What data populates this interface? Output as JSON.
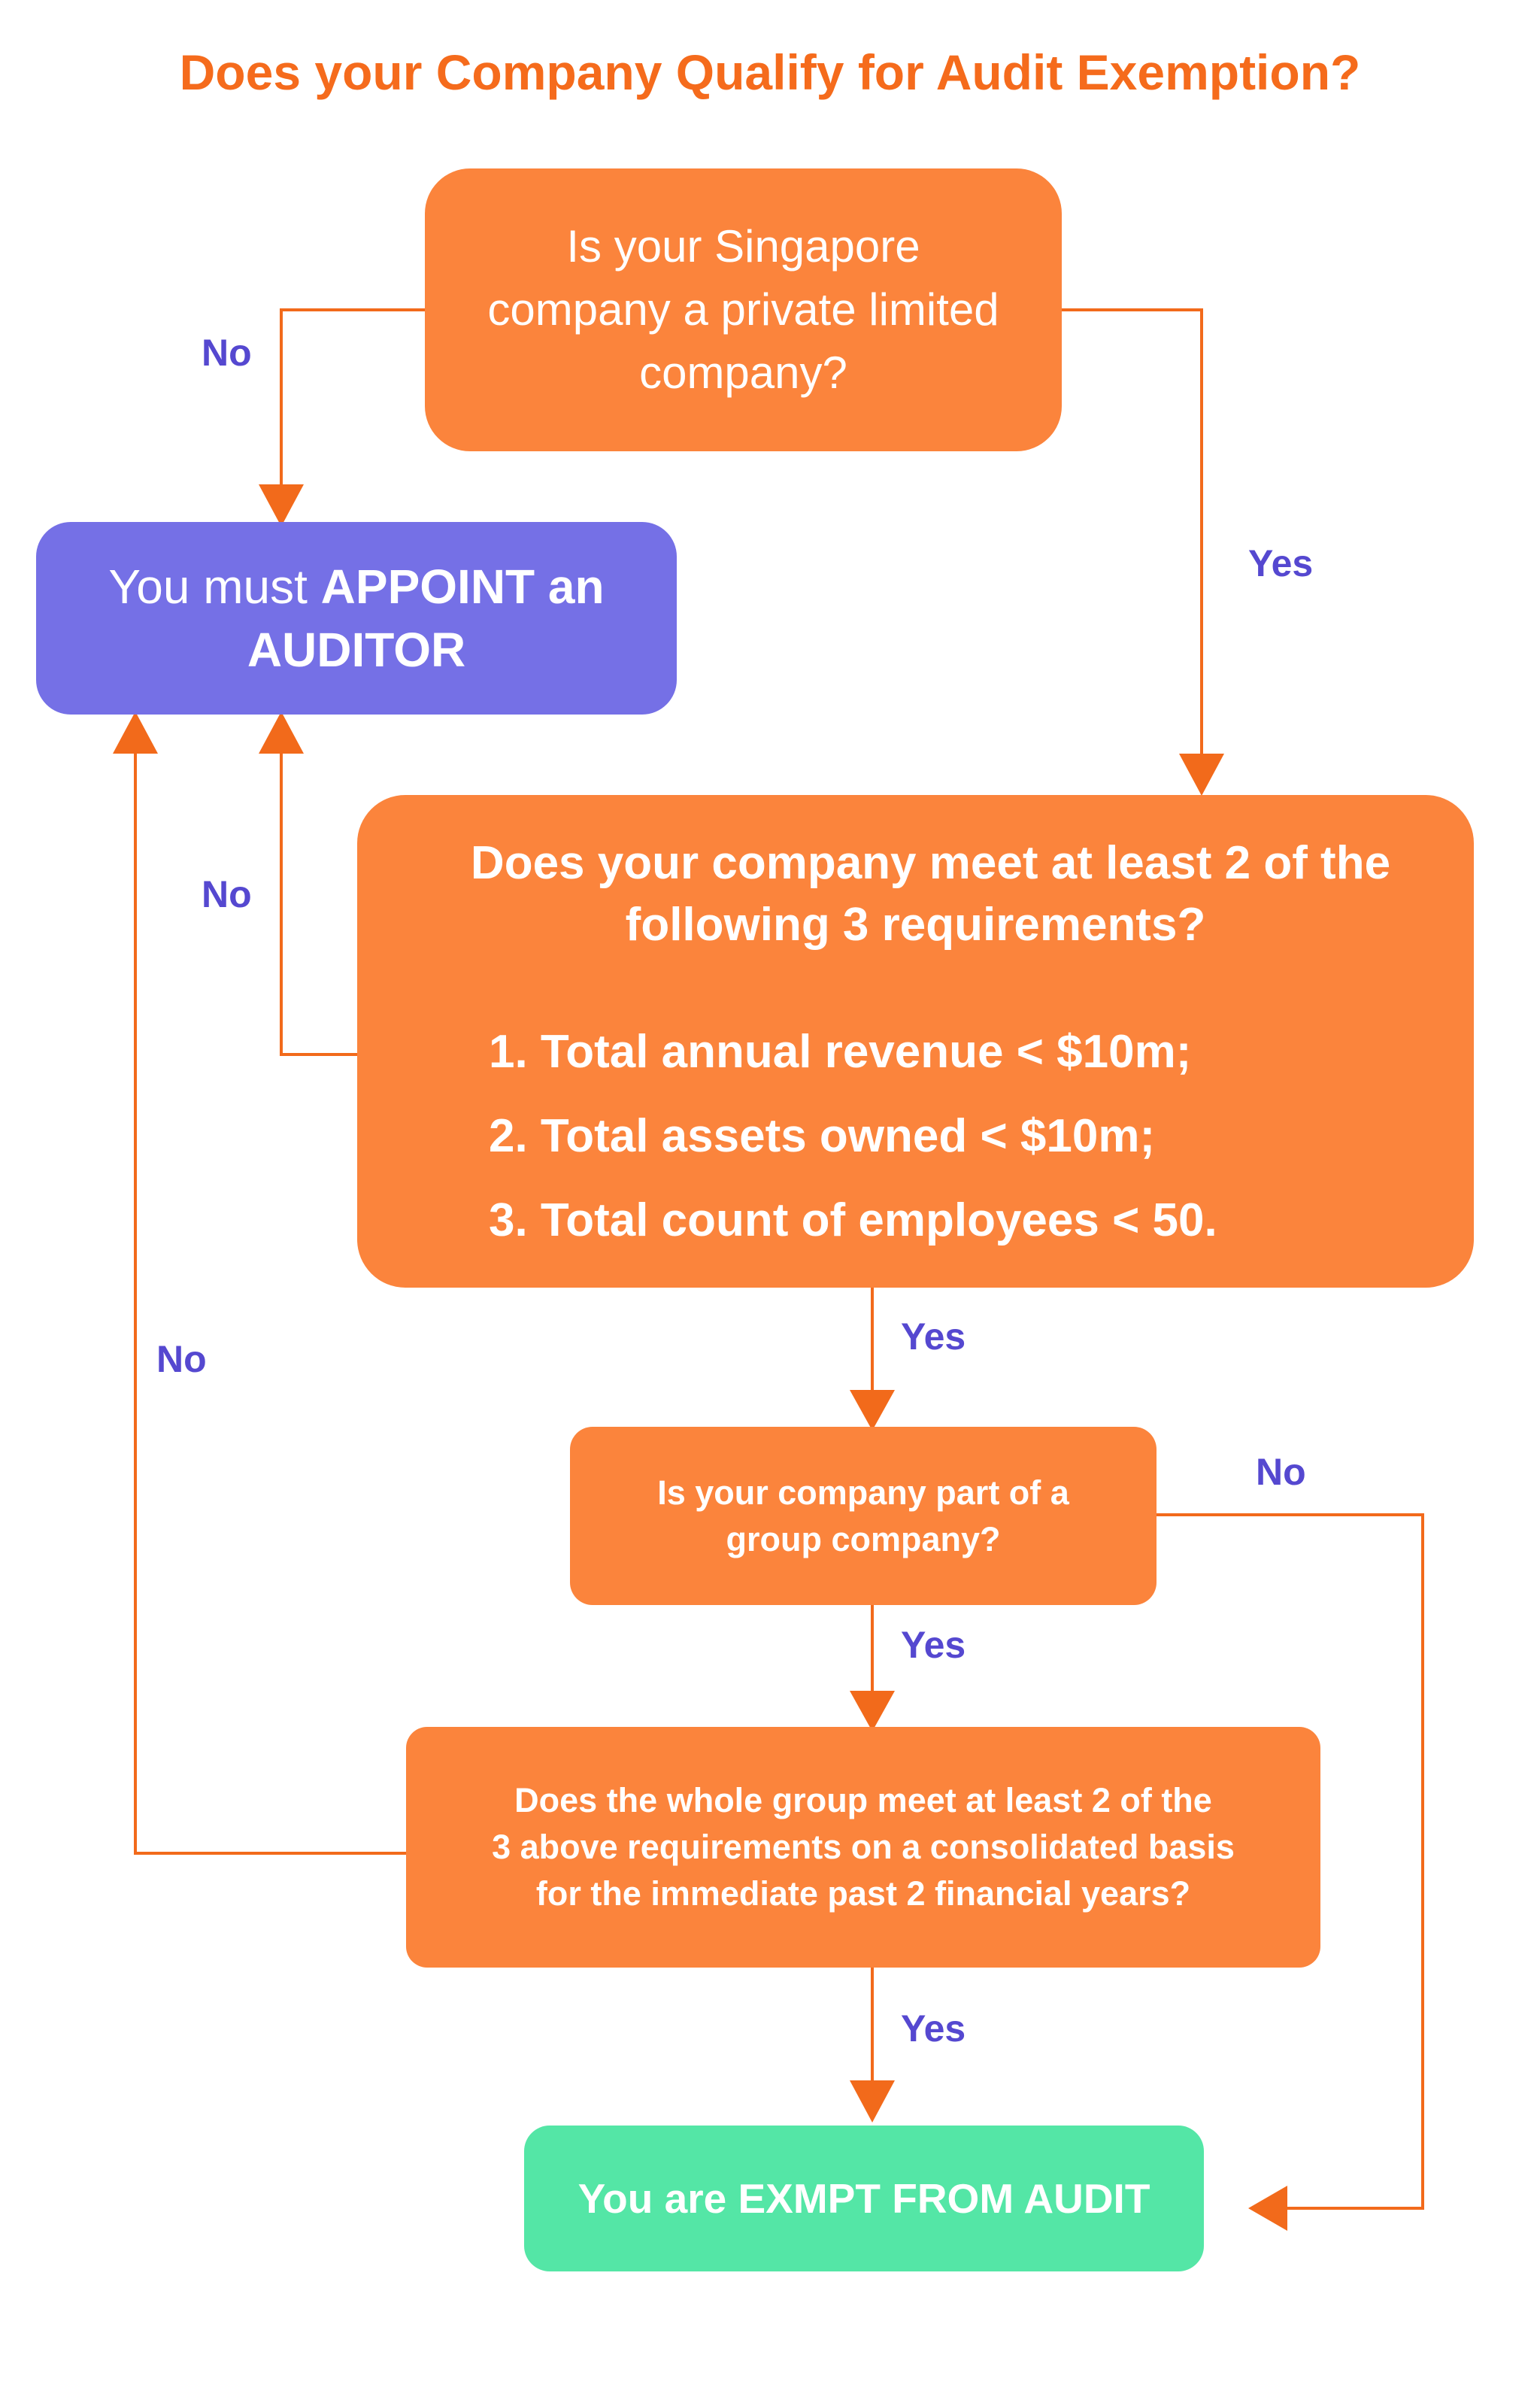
{
  "title": "Does your Company Qualify for Audit Exemption?",
  "nodes": {
    "q_private": {
      "lines": [
        "Is your Singapore",
        "company a private limited",
        "company?"
      ]
    },
    "appoint_auditor": {
      "line1_plain": "You must ",
      "line1_bold": "APPOINT an",
      "line2": "AUDITOR"
    },
    "q_requirements": {
      "heading": [
        "Does your company meet at least 2 of the",
        "following 3 requirements?"
      ],
      "items": [
        "1. Total annual revenue < $10m;",
        "2. Total assets owned < $10m;",
        "3. Total count of employees  < 50."
      ]
    },
    "q_group": {
      "lines": [
        "Is your company part of a",
        "group company?"
      ]
    },
    "q_consolidated": {
      "lines": [
        "Does the whole group meet at least 2 of the",
        "3 above requirements on a consolidated basis",
        "for the immediate past 2 financial years?"
      ]
    },
    "exempt": {
      "text": "You are EXMPT FROM AUDIT"
    }
  },
  "edge_labels": {
    "private_no": "No",
    "private_yes": "Yes",
    "requirements_no": "No",
    "requirements_yes": "Yes",
    "group_no": "No",
    "group_yes": "Yes",
    "consolidated_no": "No",
    "consolidated_yes": "Yes"
  },
  "colors": {
    "title": "#f56b1c",
    "decision_box": "#fb843c",
    "auditor_box": "#7570e6",
    "exempt_box": "#54e6a6",
    "connector": "#f26a1b",
    "edge_label": "#5548d0"
  }
}
